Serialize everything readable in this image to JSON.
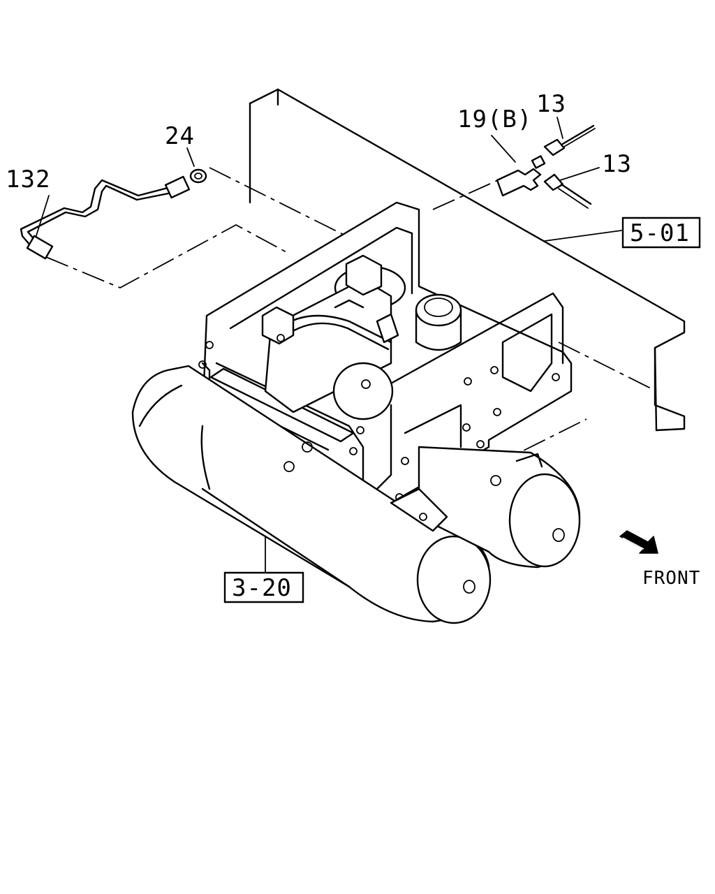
{
  "callouts": {
    "part_132": "132",
    "part_24": "24",
    "part_19b": "19(B)",
    "part_13_upper": "13",
    "part_13_lower": "13"
  },
  "references": {
    "ref_5_01": "5-01",
    "ref_3_20": "3-20"
  },
  "direction": {
    "front_label": "FRONT",
    "arrow_icon": "front-arrow-icon"
  }
}
